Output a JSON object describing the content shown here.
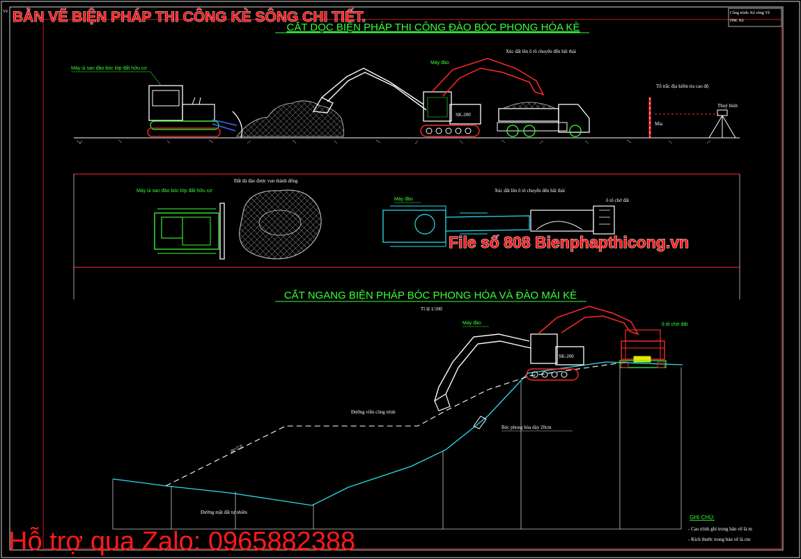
{
  "overlay": {
    "banner_top": "BẢN VẼ BIỆN PHÁP THI CÔNG KÈ SÔNG CHI TIẾT.",
    "watermark": "File số 808   Bienphapthicong.vn",
    "zalo": "Hỗ trợ qua Zalo: 0965882388"
  },
  "title_block": {
    "line1": "Công trình: Kè sông Về",
    "line2": "HM: Kè"
  },
  "left_stub": "Vẽ",
  "long_section": {
    "title": "CẮT DỌC BIỆN PHÁP THI CÔNG ĐÀO BÓC PHONG HÓA KÈ",
    "bulldozer_label": "Máy ủi san đào bóc lớp đất hữu cơ",
    "excavator_label": "Máy đào",
    "truck_label": "Xúc đất lên ô tô chuyển đến bãi thải",
    "survey_label": "Tổ trắc địa kiểm tra cao độ",
    "staff_label": "Mia",
    "level_label": "Thuỷ bình",
    "excavator_model": "SK-200"
  },
  "plan_view": {
    "pile_label": "Đất đá đào được vun thành đống",
    "bulldozer_label": "Máy ủi san đào bóc lớp đất hữu cơ",
    "truck_label": "Xúc đất lên ô tô chuyển đến bãi thải",
    "excavator_label": "Máy đào",
    "truck_tag": "ô tô chở đất"
  },
  "cross_section": {
    "title": "CẮT NGANG BIỆN PHÁP BÓC PHONG HÓA VÀ ĐÀO MÁI KÈ",
    "scale": "Tỉ lệ 1/100",
    "excavator_label": "Máy đào",
    "truck_label": "ô tô chở đất",
    "design_line_label": "Đường viền công trình",
    "stripping_label": "Bóc phong hóa dày 20cm",
    "natural_ground_label": "Đường mặt đất tự nhiên",
    "slope_label": "m=2.0",
    "excavator_model": "SK-200"
  },
  "notes": {
    "heading": "GHI CHÚ:",
    "items": [
      "- Cao trình ghi trong bản vẽ là m",
      "- Kích thước trong bản vẽ là cm"
    ]
  }
}
